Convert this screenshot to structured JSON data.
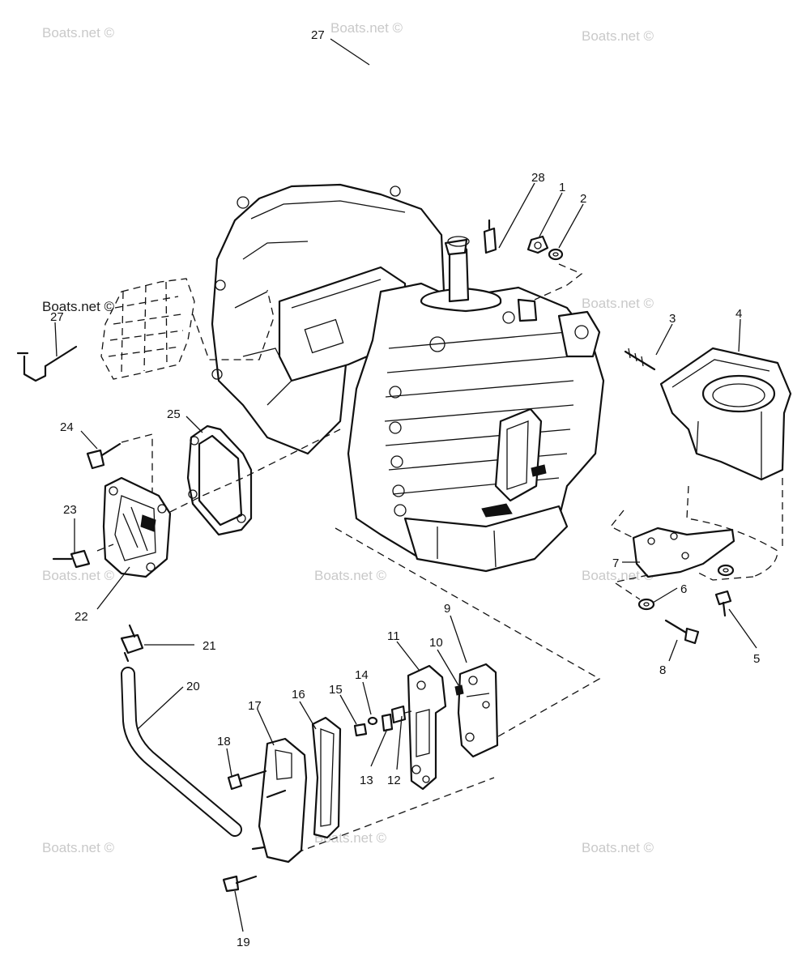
{
  "watermark": {
    "text": "Boats.net ©",
    "color": "#c9c9c9"
  },
  "callouts": {
    "c1": "1",
    "c2": "2",
    "c3": "3",
    "c4": "4",
    "c5": "5",
    "c6": "6",
    "c7": "7",
    "c8": "8",
    "c9": "9",
    "c10": "10",
    "c11": "11",
    "c12": "12",
    "c13": "13",
    "c14": "14",
    "c15": "15",
    "c16": "16",
    "c17": "17",
    "c18": "18",
    "c19": "19",
    "c20": "20",
    "c21": "21",
    "c22": "22",
    "c23": "23",
    "c24": "24",
    "c25": "25",
    "c26": "27",
    "c27": "27",
    "c28": "28"
  },
  "icons": {
    "powerhead": "engine-block-icon",
    "hose": "hose-icon",
    "bracket": "bracket-icon"
  }
}
